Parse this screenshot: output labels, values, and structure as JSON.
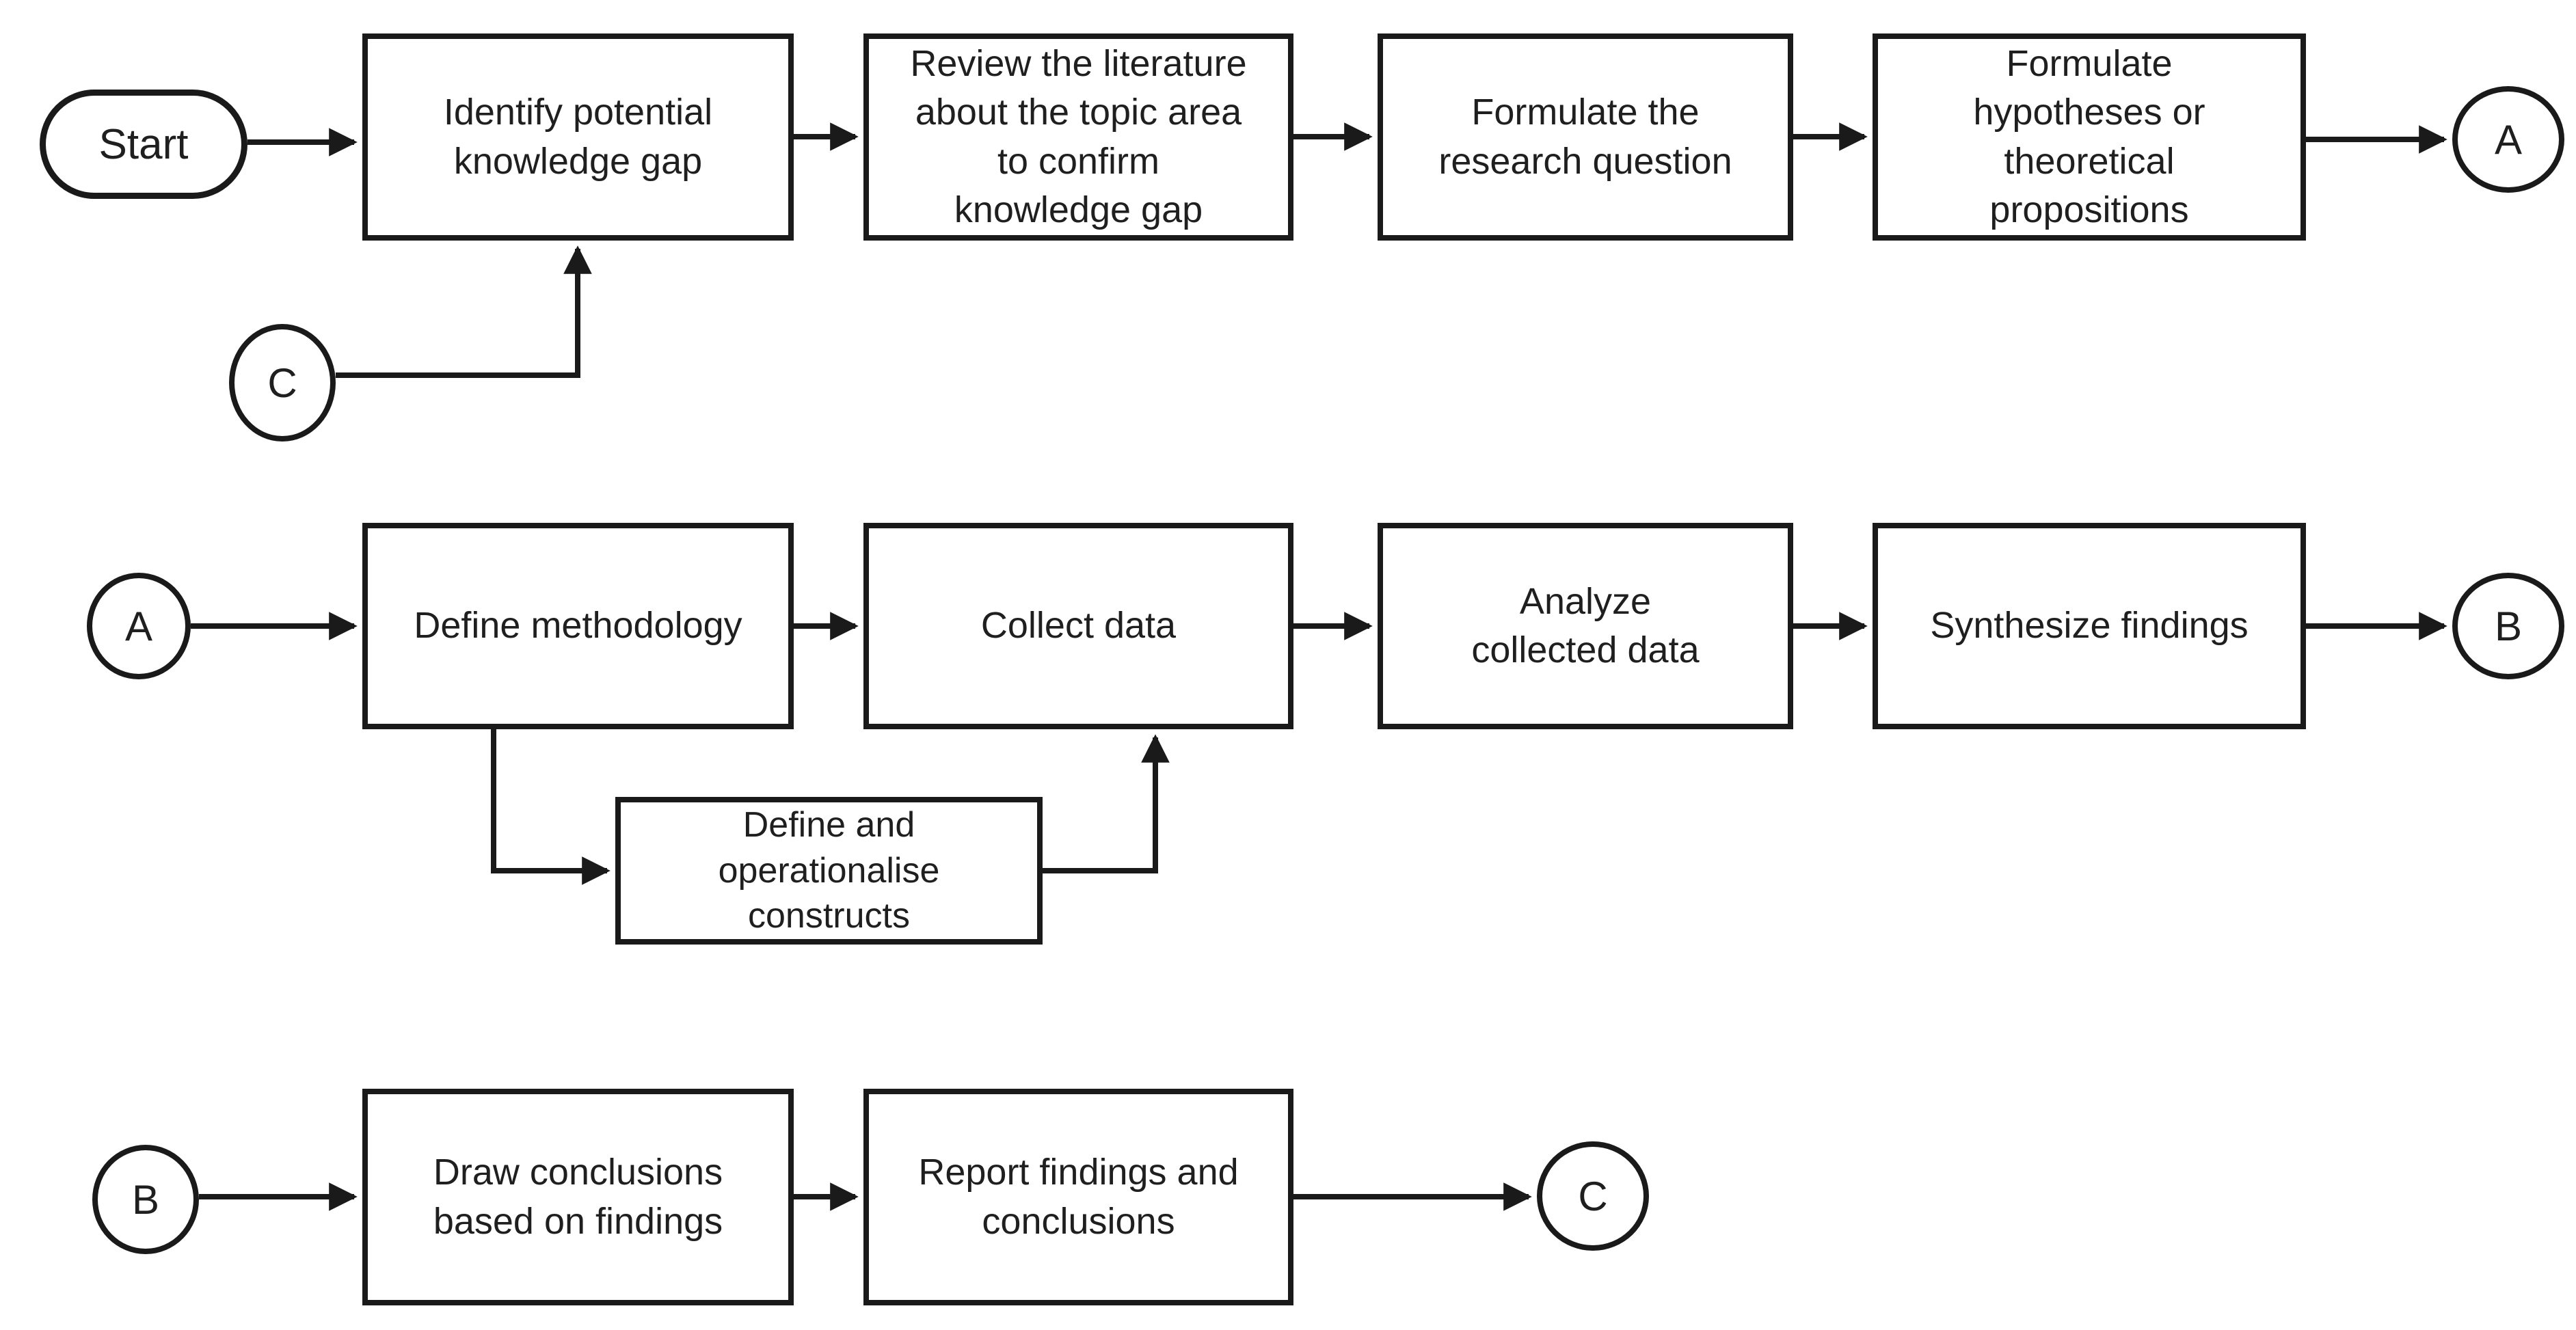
{
  "diagram": {
    "type": "flowchart",
    "colors": {
      "stroke": "#1a1a1a",
      "shape_fill": "#ffffff",
      "background": "#ffffff",
      "text": "#1f1f1f"
    },
    "nodes": {
      "start": {
        "label": "Start",
        "shape": "terminator"
      },
      "identify_gap": {
        "label": "Identify potential\nknowledge gap",
        "shape": "process"
      },
      "review_literature": {
        "label": "Review the literature\nabout the topic area\nto confirm\nknowledge gap",
        "shape": "process"
      },
      "formulate_question": {
        "label": "Formulate the\nresearch question",
        "shape": "process"
      },
      "formulate_hypotheses": {
        "label": "Formulate\nhypotheses or\ntheoretical\npropositions",
        "shape": "process"
      },
      "connector_a_out": {
        "label": "A",
        "shape": "connector"
      },
      "connector_c_in": {
        "label": "C",
        "shape": "connector"
      },
      "connector_a_in": {
        "label": "A",
        "shape": "connector"
      },
      "define_methodology": {
        "label": "Define methodology",
        "shape": "process"
      },
      "collect_data": {
        "label": "Collect data",
        "shape": "process"
      },
      "analyze_data": {
        "label": "Analyze\ncollected data",
        "shape": "process"
      },
      "synthesize_findings": {
        "label": "Synthesize findings",
        "shape": "process"
      },
      "connector_b_out": {
        "label": "B",
        "shape": "connector"
      },
      "define_constructs": {
        "label": "Define  and\noperationalise\nconstructs",
        "shape": "process"
      },
      "connector_b_in": {
        "label": "B",
        "shape": "connector"
      },
      "draw_conclusions": {
        "label": "Draw conclusions\nbased on findings",
        "shape": "process"
      },
      "report_findings": {
        "label": "Report findings and\nconclusions",
        "shape": "process"
      },
      "connector_c_out": {
        "label": "C",
        "shape": "connector"
      }
    },
    "connections": [
      {
        "from": "Start",
        "to": "Identify potential knowledge gap"
      },
      {
        "from": "Identify potential knowledge gap",
        "to": "Review the literature about the topic area to confirm knowledge gap"
      },
      {
        "from": "Review the literature about the topic area to confirm knowledge gap",
        "to": "Formulate the research question"
      },
      {
        "from": "Formulate the research question",
        "to": "Formulate hypotheses or theoretical propositions"
      },
      {
        "from": "Formulate hypotheses or theoretical propositions",
        "to": "A"
      },
      {
        "from": "C",
        "to": "Identify potential knowledge gap"
      },
      {
        "from": "A",
        "to": "Define methodology"
      },
      {
        "from": "Define methodology",
        "to": "Collect data"
      },
      {
        "from": "Define methodology",
        "to": "Define and operationalise constructs"
      },
      {
        "from": "Define and operationalise constructs",
        "to": "Collect data"
      },
      {
        "from": "Collect data",
        "to": "Analyze collected data"
      },
      {
        "from": "Analyze collected data",
        "to": "Synthesize findings"
      },
      {
        "from": "Synthesize findings",
        "to": "B"
      },
      {
        "from": "B",
        "to": "Draw conclusions based on findings"
      },
      {
        "from": "Draw conclusions based on findings",
        "to": "Report findings and conclusions"
      },
      {
        "from": "Report findings and conclusions",
        "to": "C"
      }
    ]
  }
}
